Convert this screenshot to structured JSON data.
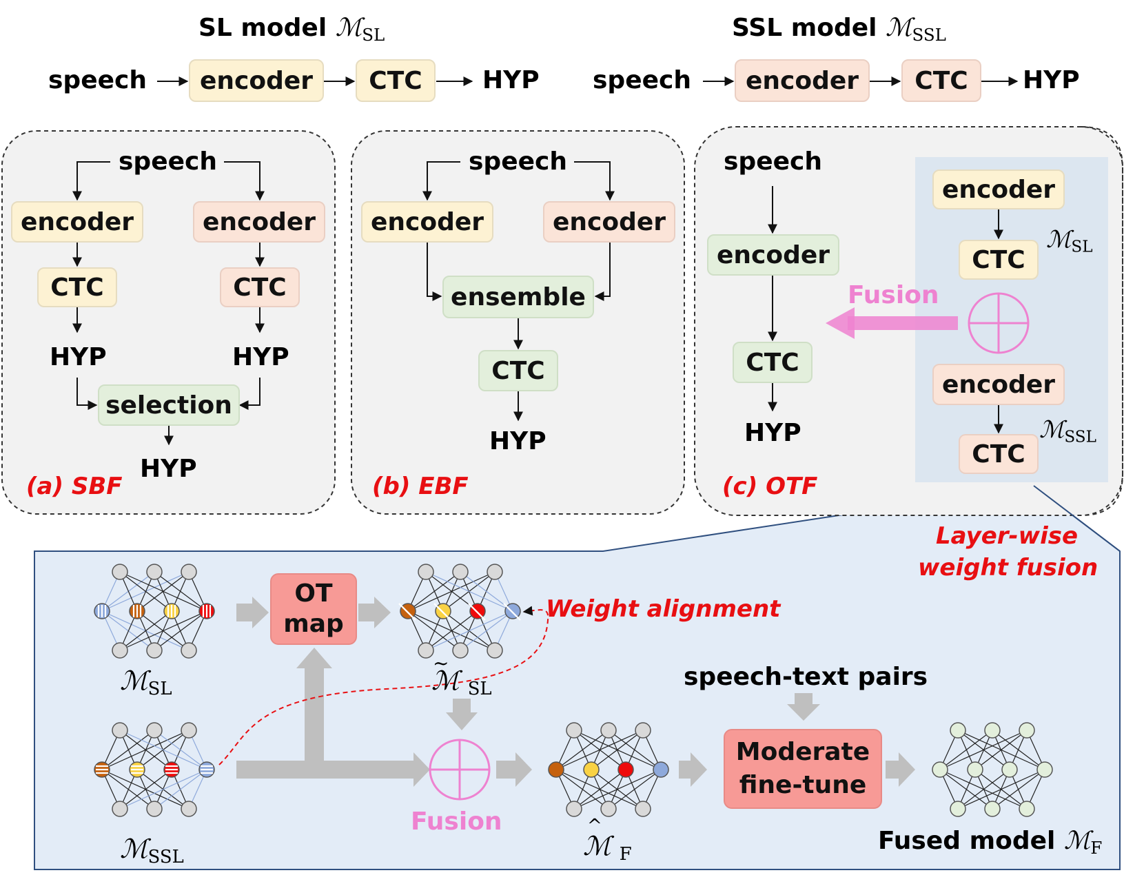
{
  "top": {
    "sl_title": "SL model",
    "ssl_title": "SSL model",
    "speech": "speech",
    "encoder": "encoder",
    "ctc": "CTC",
    "hyp": "HYP"
  },
  "math": {
    "M": "ℳ",
    "sl": "SL",
    "ssl": "SSL",
    "f": "F"
  },
  "panel_a": {
    "speech": "speech",
    "encoder": "encoder",
    "ctc": "CTC",
    "hyp": "HYP",
    "selection": "selection",
    "label": "(a) SBF"
  },
  "panel_b": {
    "speech": "speech",
    "encoder": "encoder",
    "ensemble": "ensemble",
    "ctc": "CTC",
    "hyp": "HYP",
    "label": "(b) EBF"
  },
  "panel_c": {
    "speech": "speech",
    "encoder": "encoder",
    "ctc": "CTC",
    "hyp": "HYP",
    "fusion": "Fusion",
    "label": "(c) OTF"
  },
  "bottom": {
    "layer_wise_1": "Layer-wise",
    "layer_wise_2": "weight fusion",
    "ot_map_1": "OT",
    "ot_map_2": "map",
    "weight_alignment": "Weight alignment",
    "speech_text_pairs": "speech-text pairs",
    "moderate_1": "Moderate",
    "moderate_2": "fine-tune",
    "fusion": "Fusion",
    "fused_model": "Fused model"
  },
  "colors": {
    "sl_block": "#fdf2d3",
    "ssl_block": "#fbe4d8",
    "fused_block": "#e3efdc",
    "red_block": "#f79a96",
    "label_red": "#e80f12",
    "fusion_pink": "#ee82d0",
    "panel_blue": "#dce6f0",
    "bottom_blue": "#e3ecf7",
    "neuron_brown": "#c5610e",
    "neuron_yellow": "#f9d244",
    "neuron_red": "#ee0b0b",
    "neuron_blue": "#8ea9db"
  },
  "icons": [
    "arrow-icon",
    "plus-circle-icon",
    "neural-network-icon",
    "block-arrow-icon"
  ]
}
